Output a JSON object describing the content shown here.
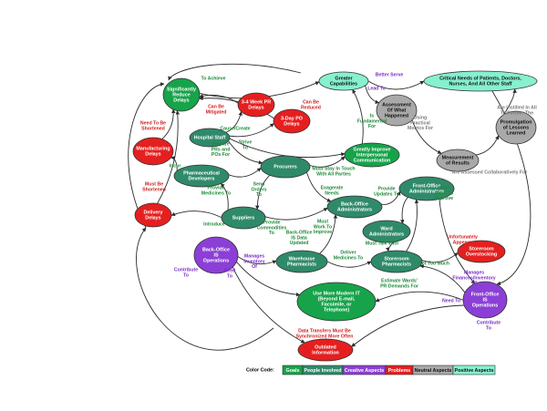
{
  "palette": {
    "goals": "#16a34a",
    "people": "#2f8a6a",
    "creative": "#8b3fd6",
    "problems": "#e51f1f",
    "neutral": "#a9a9a9",
    "positive": "#86f0cf",
    "edge": "#2b2b2b"
  },
  "nodes": [
    {
      "id": "sig_reduce",
      "lines": [
        "Significantly",
        "Reduce",
        "Delays"
      ],
      "kind": "goals"
    },
    {
      "id": "wk34",
      "lines": [
        "3-4 Week PR",
        "Delays"
      ],
      "kind": "problems"
    },
    {
      "id": "day3po",
      "lines": [
        "3-Day PO",
        "Delays"
      ],
      "kind": "problems"
    },
    {
      "id": "manuf",
      "lines": [
        "Manufacturing",
        "Delays"
      ],
      "kind": "problems"
    },
    {
      "id": "hospital",
      "lines": [
        "Hospital Staff"
      ],
      "kind": "people"
    },
    {
      "id": "greater_cap",
      "lines": [
        "Greater",
        "Capabilities"
      ],
      "kind": "positive"
    },
    {
      "id": "critical",
      "lines": [
        "Critical Needs of Patients, Doctors,",
        "Nurses, And All Other Staff"
      ],
      "kind": "positive"
    },
    {
      "id": "assessment",
      "lines": [
        "Assessment",
        "Of What",
        "Happened"
      ],
      "kind": "neutral"
    },
    {
      "id": "promulgation",
      "lines": [
        "Promulgation",
        "of Lessons",
        "Learned"
      ],
      "kind": "neutral"
    },
    {
      "id": "measurement",
      "lines": [
        "Measurement",
        "of Results"
      ],
      "kind": "neutral"
    },
    {
      "id": "greatly",
      "lines": [
        "Greatly Improve",
        "Interpersonal",
        "Communication"
      ],
      "kind": "goals"
    },
    {
      "id": "procurers",
      "lines": [
        "Procurers"
      ],
      "kind": "people"
    },
    {
      "id": "pharm_dev",
      "lines": [
        "Pharmaceutical",
        "Developers"
      ],
      "kind": "people"
    },
    {
      "id": "delivery",
      "lines": [
        "Delivery",
        "Delays"
      ],
      "kind": "problems"
    },
    {
      "id": "suppliers",
      "lines": [
        "Suppliers"
      ],
      "kind": "people"
    },
    {
      "id": "bo_admins",
      "lines": [
        "Back-Office",
        "Administrators"
      ],
      "kind": "people"
    },
    {
      "id": "fo_admins",
      "lines": [
        "Front-Office",
        "Administrators"
      ],
      "kind": "people"
    },
    {
      "id": "ward_admins",
      "lines": [
        "Ward",
        "Administrators"
      ],
      "kind": "people"
    },
    {
      "id": "bo_opera",
      "lines": [
        "Back-Office",
        "IS",
        "Operations"
      ],
      "kind": "creative"
    },
    {
      "id": "warehouse",
      "lines": [
        "Warehouse",
        "Pharmacists"
      ],
      "kind": "people"
    },
    {
      "id": "storeroom_ph",
      "lines": [
        "Storeroom",
        "Pharmacists"
      ],
      "kind": "people"
    },
    {
      "id": "storeroom_ov",
      "lines": [
        "Storeroom",
        "Overstocking"
      ],
      "kind": "problems"
    },
    {
      "id": "modern_it",
      "lines": [
        "Use More Modern IT",
        "(Beyond E-mail,",
        "Facsimile, or",
        "Telephone)"
      ],
      "kind": "goals"
    },
    {
      "id": "fo_opera",
      "lines": [
        "Front-Office",
        "IS",
        "Operations"
      ],
      "kind": "creative"
    },
    {
      "id": "outdated",
      "lines": [
        "Outdated",
        "Information"
      ],
      "kind": "problems"
    }
  ],
  "edge_labels": [
    {
      "id": "l_to_achieve",
      "text": "To Achieve",
      "kind": "goals"
    },
    {
      "id": "l_better_serve",
      "text": "Better Serve",
      "kind": "creative"
    },
    {
      "id": "l_lead_to",
      "text": "Lead To",
      "kind": "creative"
    },
    {
      "id": "l_can_mitigated",
      "lines": [
        "Can Be",
        "Mitigated"
      ],
      "kind": "problems"
    },
    {
      "id": "l_can_reduced",
      "lines": [
        "Can Be",
        "Reduced"
      ],
      "kind": "problems"
    },
    {
      "id": "l_cause_create",
      "text": "Cause/Create",
      "kind": "goals"
    },
    {
      "id": "l_need_shortened",
      "lines": [
        "Need To Be",
        "Shortened"
      ],
      "kind": "problems"
    },
    {
      "id": "l_strive_to",
      "lines": [
        "Strive",
        "To"
      ],
      "kind": "goals"
    },
    {
      "id": "l_prepare_prs",
      "lines": [
        "Prepare",
        "PRs and",
        "POs For"
      ],
      "kind": "goals"
    },
    {
      "id": "l_using_practical",
      "lines": [
        "Using",
        "Practical",
        "Metrics For"
      ],
      "kind": "neutral"
    },
    {
      "id": "l_are_instilled",
      "lines": [
        "Are Instilled In All",
        "To Further The"
      ],
      "kind": "neutral"
    },
    {
      "id": "l_are_assessed",
      "text": "Are Assessed Collaboratively For",
      "kind": "neutral"
    },
    {
      "id": "l_is_fundamental",
      "lines": [
        "Is",
        "Fundamental",
        "For"
      ],
      "kind": "goals"
    },
    {
      "id": "l_must_stay",
      "lines": [
        "Must Stay In Touch",
        "With All Parties"
      ],
      "kind": "goals"
    },
    {
      "id": "l_incur",
      "text": "Incur",
      "kind": "goals"
    },
    {
      "id": "l_provide_med",
      "lines": [
        "Provide",
        "Medicines To"
      ],
      "kind": "goals"
    },
    {
      "id": "l_send_orders",
      "lines": [
        "Send",
        "Orders",
        "To"
      ],
      "kind": "goals"
    },
    {
      "id": "l_exagerate",
      "lines": [
        "Exagerate",
        "Needs"
      ],
      "kind": "goals"
    },
    {
      "id": "l_provide_updates",
      "lines": [
        "Provide",
        "Updates To"
      ],
      "kind": "goals"
    },
    {
      "id": "l_must_be_shortened",
      "lines": [
        "Must Be",
        "Shortened"
      ],
      "kind": "problems"
    },
    {
      "id": "l_introduce",
      "text": "Introduce",
      "kind": "goals"
    },
    {
      "id": "l_provide_commod",
      "lines": [
        "Provide",
        "Commodities",
        "To"
      ],
      "kind": "goals"
    },
    {
      "id": "l_must_work1",
      "lines": [
        "Must",
        "Work To",
        "Improve"
      ],
      "kind": "goals"
    },
    {
      "id": "l_must_work2",
      "lines": [
        "Must",
        "Work To",
        "Improve"
      ],
      "kind": "goals"
    },
    {
      "id": "l_bo_data",
      "lines": [
        "Back-Office",
        "IS Data",
        "Updated"
      ],
      "kind": "goals"
    },
    {
      "id": "l_manages_inv",
      "lines": [
        "Manages",
        "Inventory",
        "Of"
      ],
      "kind": "creative"
    },
    {
      "id": "l_deliver_med",
      "lines": [
        "Deliver",
        "Medicines To"
      ],
      "kind": "goals"
    },
    {
      "id": "l_must_talk",
      "text": "Must Talk With",
      "kind": "goals"
    },
    {
      "id": "l_unfortunately",
      "lines": [
        "Unfortunately",
        "Appears"
      ],
      "kind": "problems"
    },
    {
      "id": "l_get_too_much",
      "text": "Get Too Much",
      "kind": "goals"
    },
    {
      "id": "l_contribute1",
      "lines": [
        "Contribute",
        "To"
      ],
      "kind": "creative"
    },
    {
      "id": "l_need_to1",
      "lines": [
        "Need",
        "To"
      ],
      "kind": "creative"
    },
    {
      "id": "l_estimate",
      "lines": [
        "Estimate Wards'",
        "PR Demands For"
      ],
      "kind": "goals"
    },
    {
      "id": "l_manages_fin",
      "lines": [
        "Manages",
        "Finances/Inventory",
        "Of"
      ],
      "kind": "creative"
    },
    {
      "id": "l_need_to2",
      "text": "Need To",
      "kind": "creative"
    },
    {
      "id": "l_contribute2",
      "lines": [
        "Contribute",
        "To"
      ],
      "kind": "creative"
    },
    {
      "id": "l_data_transfers",
      "lines": [
        "Data Transfers Must Be",
        "Synchronized More Often"
      ],
      "kind": "problems"
    }
  ],
  "legend": {
    "title": "Color Code:",
    "items": [
      {
        "label": "Goals",
        "kind": "goals"
      },
      {
        "label": "People Involved",
        "kind": "people"
      },
      {
        "label": "Creative Aspects",
        "kind": "creative"
      },
      {
        "label": "Problems",
        "kind": "problems"
      },
      {
        "label": "Neutral Aspects",
        "kind": "neutral"
      },
      {
        "label": "Positive Aspects",
        "kind": "positive"
      }
    ]
  }
}
